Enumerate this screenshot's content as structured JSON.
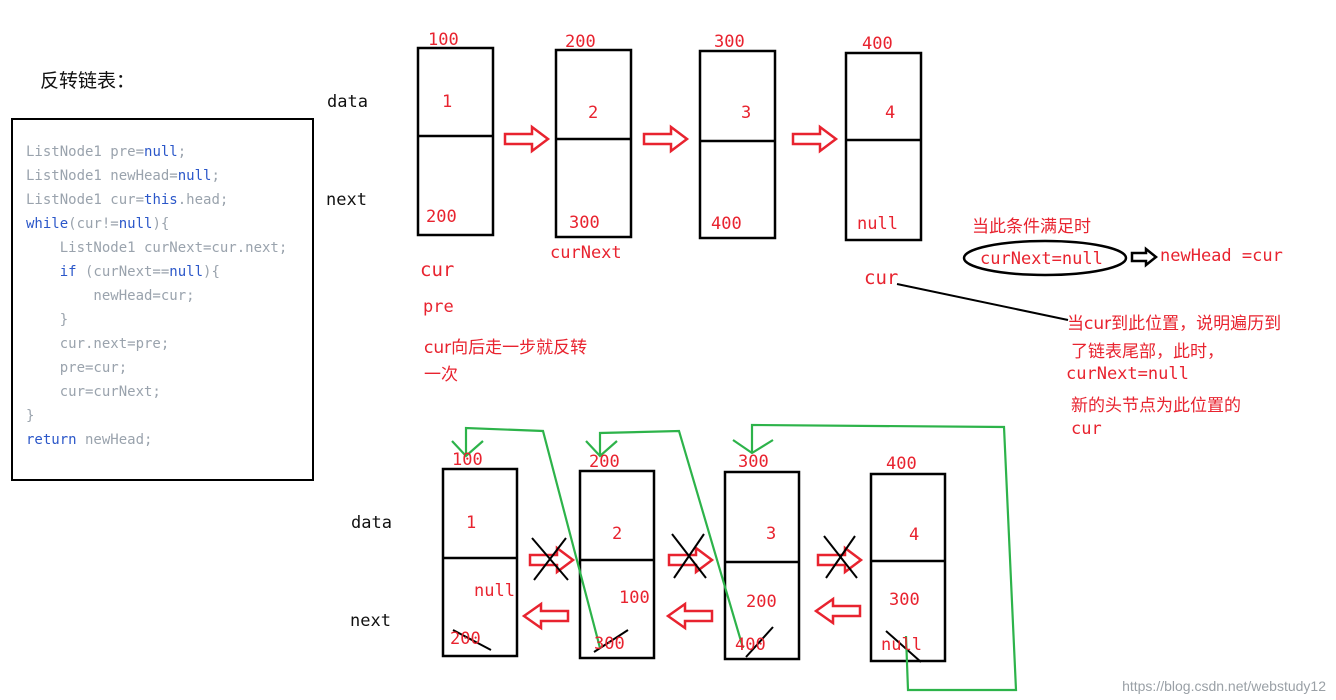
{
  "title": "反转链表：",
  "code": [
    "ListNode1 pre=null;",
    "ListNode1 newHead=null;",
    "ListNode1 cur=this.head;",
    "while(cur!=null){",
    "    ListNode1 curNext=cur.next;",
    "    if (curNext==null){",
    "        newHead=cur;",
    "    }",
    "    cur.next=pre;",
    "    pre=cur;",
    "    cur=curNext;",
    "}",
    "return newHead;"
  ],
  "labels": {
    "data": "data",
    "next": "next"
  },
  "top_nodes": [
    {
      "addr": "100",
      "data": "1",
      "next": "200"
    },
    {
      "addr": "200",
      "data": "2",
      "next": "300"
    },
    {
      "addr": "300",
      "data": "3",
      "next": "400"
    },
    {
      "addr": "400",
      "data": "4",
      "next": "null"
    }
  ],
  "bottom_nodes": [
    {
      "addr": "100",
      "data": "1",
      "old_next": "200",
      "new_next": "null"
    },
    {
      "addr": "200",
      "data": "2",
      "old_next": "300",
      "new_next": "100"
    },
    {
      "addr": "300",
      "data": "3",
      "old_next": "400",
      "new_next": "200"
    },
    {
      "addr": "400",
      "data": "4",
      "old_next": "null",
      "new_next": "300"
    }
  ],
  "pointers": {
    "cur": "cur",
    "pre": "pre",
    "cur_next": "curNext",
    "cur_end": "cur"
  },
  "notes": {
    "step": [
      "cur向后走一步就反转",
      "一次"
    ],
    "condition_title": "当此条件满足时",
    "condition": "curNext=null",
    "result": "newHead =cur",
    "explain": [
      "当cur到此位置，说明遍历到",
      "了链表尾部，此时，",
      "curNext=null",
      "新的头节点为此位置的",
      "cur"
    ]
  },
  "watermark": "https://blog.csdn.net/webstudy12",
  "colors": {
    "red": "#e8232f",
    "green": "#2db34a",
    "black": "#000000"
  }
}
